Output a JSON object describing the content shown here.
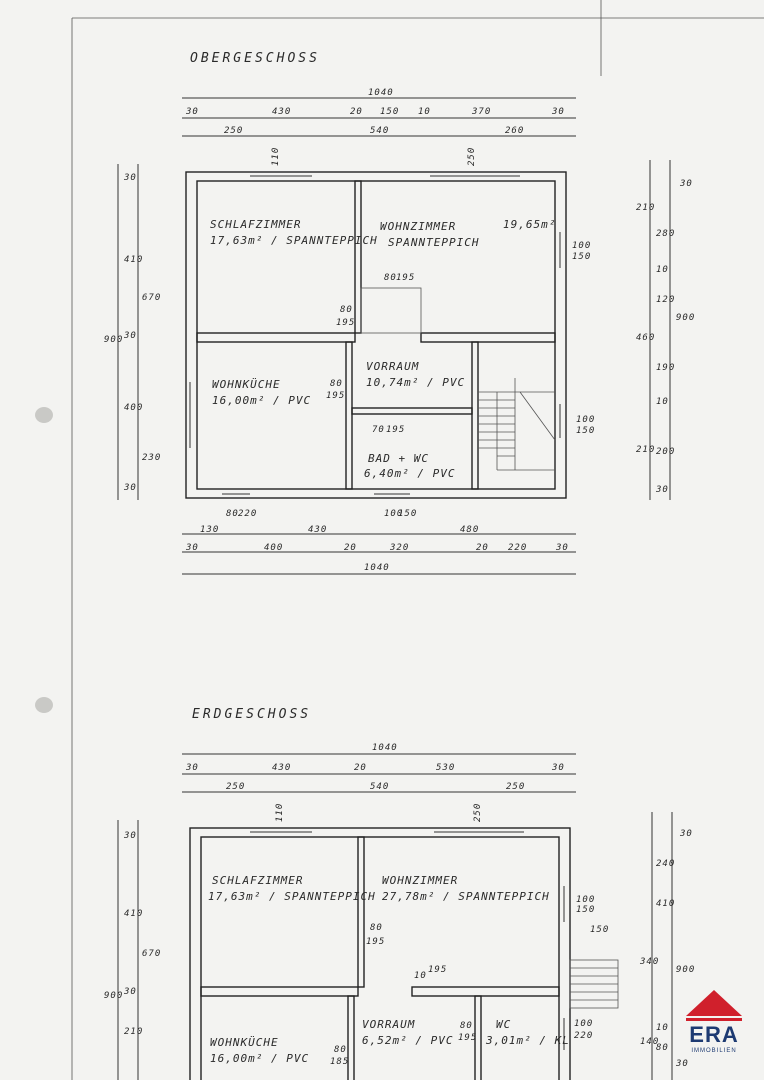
{
  "floors": {
    "upper": {
      "title": "OBERGESCHOSS",
      "top_total": "1040",
      "top_row1": [
        "30",
        "430",
        "20",
        "150",
        "10",
        "370",
        "30"
      ],
      "top_row2": [
        "250",
        "540",
        "260"
      ],
      "top_windows": [
        "110",
        "250"
      ],
      "left_dims": [
        "900",
        "30",
        "410",
        "670",
        "30",
        "400",
        "230",
        "30"
      ],
      "right_dims": [
        "30",
        "210",
        "280",
        "10",
        "120",
        "460",
        "190",
        "10",
        "200",
        "210",
        "30",
        "900"
      ],
      "rooms": {
        "schlafzimmer": [
          "SCHLAFZIMMER",
          "17,63m² / SPANNTEPPICH"
        ],
        "wohnzimmer": [
          "WOHNZIMMER",
          "SPANNTEPPICH",
          "19,65m²"
        ],
        "wohnkueche": [
          "WOHNKÜCHE",
          "16,00m² / PVC"
        ],
        "vorraum": [
          "VORRAUM",
          "10,74m² / PVC"
        ],
        "bad": [
          "BAD + WC",
          "6,40m² / PVC"
        ]
      },
      "door_dims": {
        "d1": [
          "80",
          "195"
        ],
        "d2": [
          "80",
          "195"
        ],
        "d3": [
          "80",
          "195"
        ],
        "d4": [
          "70",
          "195"
        ]
      },
      "window_right": [
        "100",
        "150"
      ],
      "window_right2": [
        "100",
        "150"
      ],
      "window_bottom": [
        "80",
        "220"
      ],
      "window_bottom2": [
        "100",
        "150"
      ],
      "bottom_row1": [
        "130",
        "430",
        "480"
      ],
      "bottom_row2": [
        "30",
        "400",
        "20",
        "320",
        "20",
        "220",
        "30"
      ],
      "bottom_total": "1040"
    },
    "ground": {
      "title": "ERDGESCHOSS",
      "top_total": "1040",
      "top_row1": [
        "30",
        "430",
        "20",
        "530",
        "30"
      ],
      "top_row2": [
        "250",
        "540",
        "250"
      ],
      "top_windows": [
        "110",
        "250"
      ],
      "left_dims": [
        "900",
        "30",
        "410",
        "670",
        "30",
        "210"
      ],
      "right_dims": [
        "30",
        "240",
        "410",
        "340",
        "900",
        "140",
        "10",
        "80",
        "30"
      ],
      "rooms": {
        "schlafzimmer": [
          "SCHLAFZIMMER",
          "17,63m² / SPANNTEPPICH"
        ],
        "wohnzimmer": [
          "WOHNZIMMER",
          "27,78m² / SPANNTEPPICH"
        ],
        "wohnkueche": [
          "WOHNKÜCHE",
          "16,00m² / PVC"
        ],
        "vorraum": [
          "VORRAUM",
          "6,52m² / PVC"
        ],
        "wc": [
          "WC",
          "3,01m² / KL"
        ]
      },
      "door_dims": {
        "d1": [
          "80",
          "195"
        ],
        "d2": [
          "80",
          "195"
        ],
        "d3": [
          "10",
          "195"
        ],
        "d4": [
          "80",
          "185"
        ]
      },
      "window_right": [
        "100",
        "150"
      ],
      "window_right2": [
        "100",
        "220"
      ],
      "stair_label": "150"
    }
  },
  "logo": {
    "word": "ERA",
    "sub": "IMMOBILIEN",
    "red": "#d0202c",
    "blue": "#1d3a72"
  }
}
